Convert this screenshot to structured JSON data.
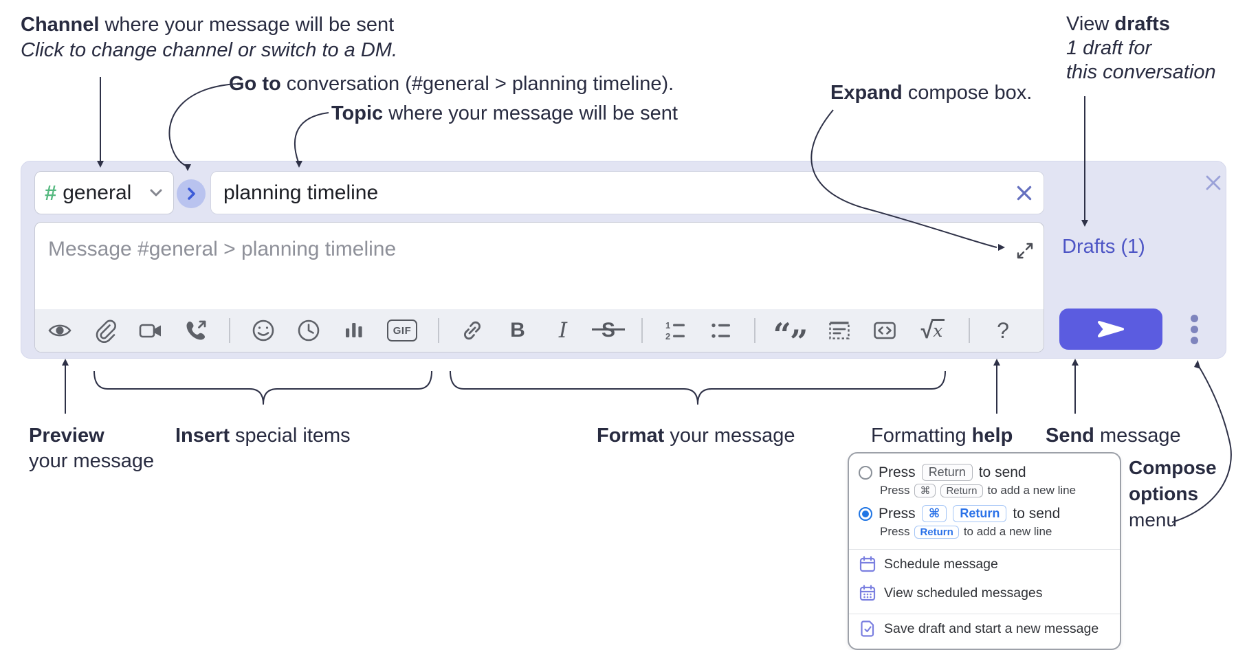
{
  "annotations": {
    "channel_line1_bold": "Channel",
    "channel_line1_rest": " where your message will be sent",
    "channel_line2": "Click to change channel or switch to a DM.",
    "goto_bold": "Go to",
    "goto_rest": " conversation (#general > planning timeline).",
    "topic_bold": "Topic",
    "topic_rest": " where your message will be sent",
    "expand_bold": "Expand",
    "expand_rest": " compose box.",
    "drafts_line1_pre": "View ",
    "drafts_line1_bold": "drafts",
    "drafts_line2": "1 draft for",
    "drafts_line3": "this conversation",
    "preview_bold": "Preview",
    "preview_line2": "your message",
    "insert_bold": "Insert",
    "insert_rest": " special items",
    "format_bold": "Format",
    "format_rest": " your message",
    "help_pre": "Formatting ",
    "help_bold": "help",
    "send_bold": "Send",
    "send_rest": " message",
    "compose_line1": "Compose",
    "compose_line2": "options",
    "compose_line3": "menu"
  },
  "compose": {
    "channel_hash": "#",
    "channel_name": "general",
    "topic_value": "planning timeline",
    "message_placeholder": "Message #general > planning timeline",
    "drafts_link": "Drafts (1)",
    "toolbar_icons": [
      "preview-icon",
      "attach-file-icon",
      "video-call-icon",
      "voice-call-icon",
      "emoji-icon",
      "time-icon",
      "poll-icon",
      "gif-icon",
      "link-icon",
      "bold-icon",
      "italic-icon",
      "strikethrough-icon",
      "numbered-list-icon",
      "bulleted-list-icon",
      "quote-icon",
      "spoiler-icon",
      "code-icon",
      "math-icon",
      "help-icon"
    ],
    "glyphs": {
      "bold": "B",
      "italic": "I",
      "strike": "S",
      "gif": "GIF",
      "help": "?",
      "math_root": "√",
      "math_x": "x",
      "quote_open": "“",
      "quote_close": "”"
    }
  },
  "popup": {
    "option1": {
      "press": "Press",
      "key": "Return",
      "suffix": "to send",
      "sub_press": "Press",
      "sub_key1": "⌘",
      "sub_key2": "Return",
      "sub_suffix": "to add a new line"
    },
    "option2": {
      "press": "Press",
      "key1": "⌘",
      "key2": "Return",
      "suffix": "to send",
      "sub_press": "Press",
      "sub_key": "Return",
      "sub_suffix": "to add a new line"
    },
    "items": [
      {
        "label": "Schedule message"
      },
      {
        "label": "View scheduled messages"
      },
      {
        "label": "Save draft and start a new message"
      }
    ]
  },
  "colors": {
    "compose_background": "#e2e4f3",
    "send_button": "#5b5ce0",
    "drafts_link": "#4d55c5",
    "channel_hash_green": "#56b980",
    "annotation_text": "#282b40",
    "blue_kbd": "#2b72e8",
    "radio_checked": "#2176e4",
    "menu_icon_purple": "#7a7fe0"
  }
}
